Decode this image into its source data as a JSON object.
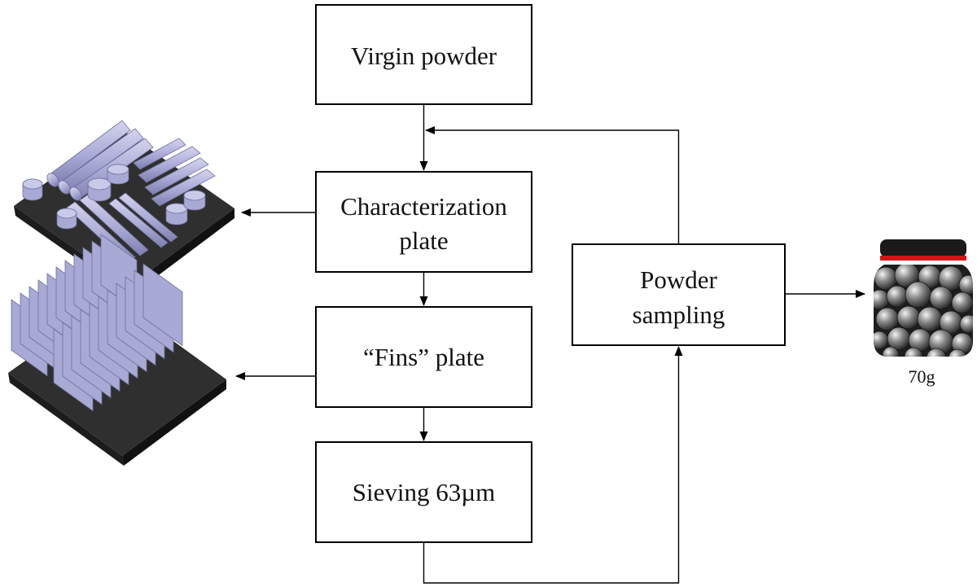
{
  "nodes": {
    "virgin": {
      "label": "Virgin powder"
    },
    "characterization": {
      "line1": "Characterization",
      "line2": "plate"
    },
    "fins": {
      "label": "“Fins” plate"
    },
    "sieving": {
      "label": "Sieving 63µm"
    },
    "sampling": {
      "line1": "Powder",
      "line2": "sampling"
    }
  },
  "jar": {
    "label": "70g",
    "lid_color": "#1a1a1a",
    "band_color": "#d41515"
  },
  "plates": {
    "base_color": "#2d2d2d",
    "part_color": "#a9a9d6"
  },
  "edges": [
    {
      "from": "virgin",
      "to": "characterization"
    },
    {
      "from": "characterization",
      "to": "fins"
    },
    {
      "from": "fins",
      "to": "sieving"
    },
    {
      "from": "sieving",
      "to": "sampling"
    },
    {
      "from": "sampling",
      "to": "characterization"
    },
    {
      "from": "characterization",
      "to": "characterization-plate-image"
    },
    {
      "from": "fins",
      "to": "fins-plate-image"
    },
    {
      "from": "sampling",
      "to": "powder-jar"
    }
  ]
}
